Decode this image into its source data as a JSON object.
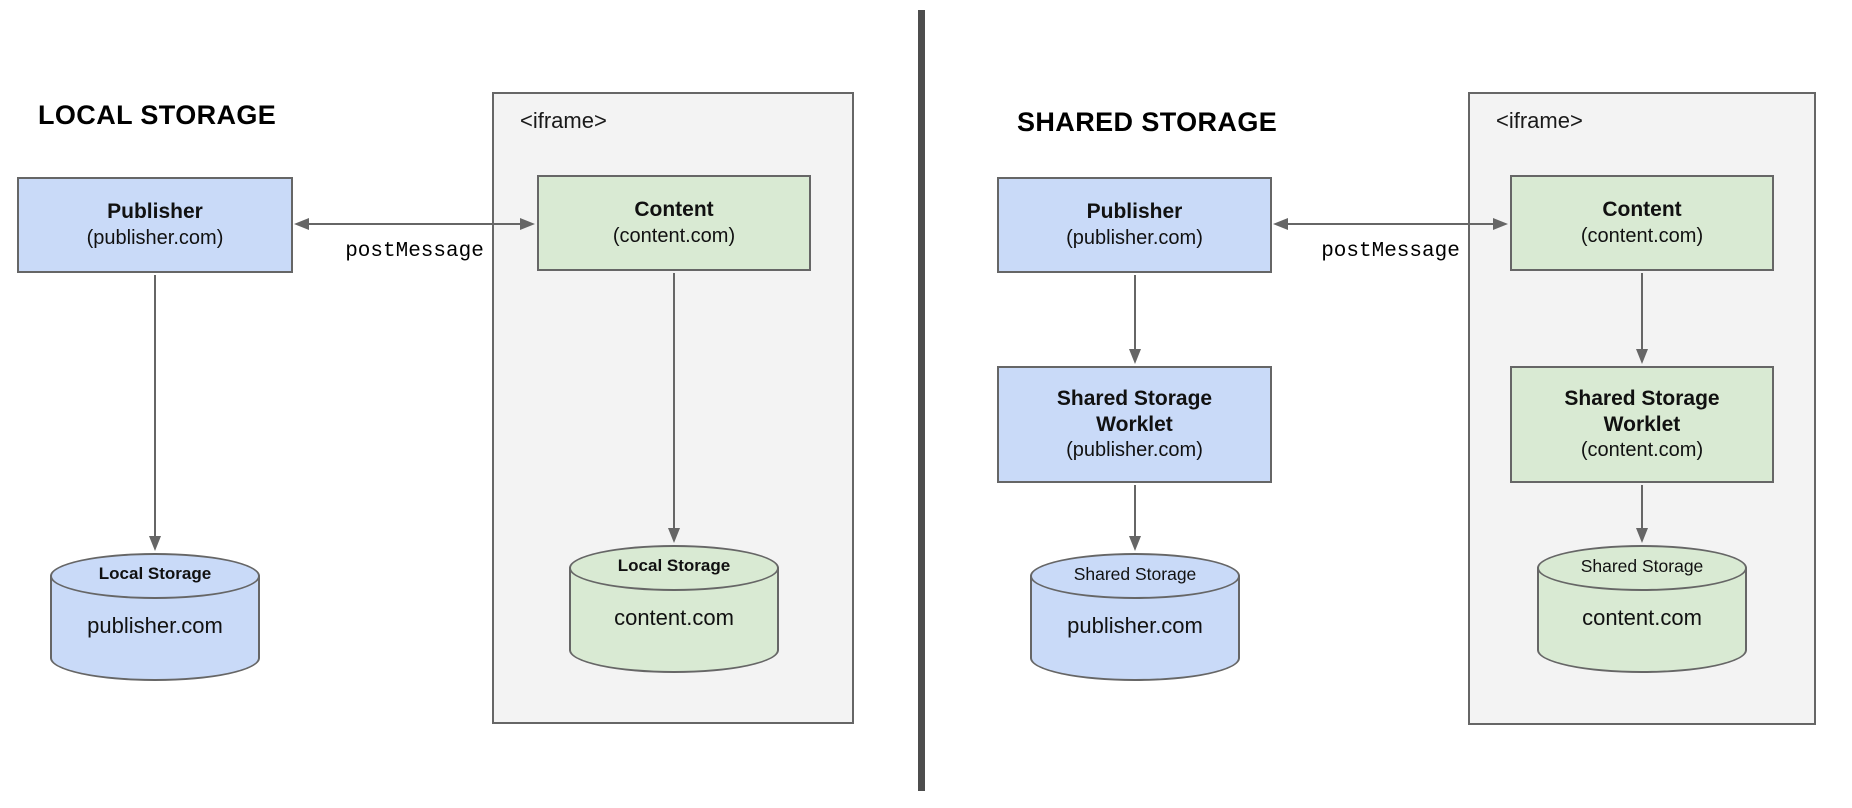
{
  "colors": {
    "blue_fill": "#c9daf8",
    "green_fill": "#d9ead3",
    "frame_fill": "#f3f3f3",
    "shape_border": "#666666",
    "arrow": "#666666",
    "divider": "#4d4d4d",
    "title_text": "#000000",
    "body_text": "#1d1d1d"
  },
  "left_panel": {
    "title": "LOCAL STORAGE",
    "publisher_box": {
      "name": "Publisher",
      "domain": "(publisher.com)"
    },
    "post_message_label": "postMessage",
    "iframe_label": "<iframe>",
    "content_box": {
      "name": "Content",
      "domain": "(content.com)"
    },
    "publisher_storage": {
      "label": "Local Storage",
      "domain": "publisher.com"
    },
    "content_storage": {
      "label": "Local Storage",
      "domain": "content.com"
    }
  },
  "right_panel": {
    "title": "SHARED STORAGE",
    "publisher_box": {
      "name": "Publisher",
      "domain": "(publisher.com)"
    },
    "post_message_label": "postMessage",
    "iframe_label": "<iframe>",
    "content_box": {
      "name": "Content",
      "domain": "(content.com)"
    },
    "publisher_worklet": {
      "name": "Shared Storage Worklet",
      "domain": "(publisher.com)"
    },
    "content_worklet": {
      "name": "Shared Storage Worklet",
      "domain": "(content.com)"
    },
    "publisher_storage": {
      "label": "Shared Storage",
      "domain": "publisher.com"
    },
    "content_storage": {
      "label": "Shared Storage",
      "domain": "content.com"
    }
  }
}
